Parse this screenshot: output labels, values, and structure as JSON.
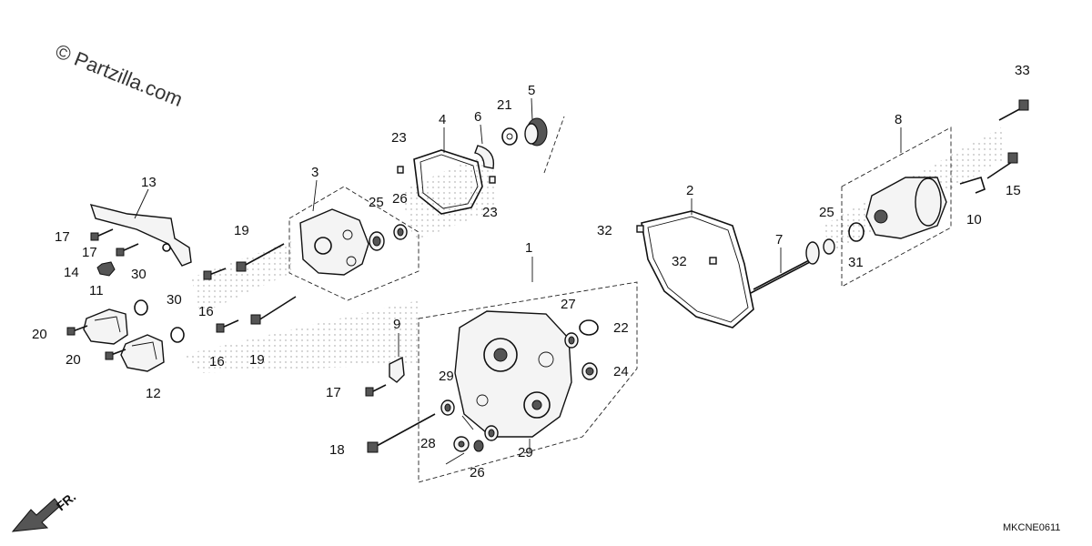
{
  "watermark": "© Partzilla.com",
  "diagram_code": "MKCNE0611",
  "front_indicator": "FR.",
  "callouts": [
    "1",
    "2",
    "3",
    "4",
    "5",
    "6",
    "7",
    "8",
    "9",
    "10",
    "11",
    "12",
    "13",
    "14",
    "15",
    "16",
    "16",
    "17",
    "17",
    "17",
    "18",
    "19",
    "19",
    "20",
    "20",
    "21",
    "22",
    "23",
    "23",
    "24",
    "25",
    "25",
    "26",
    "26",
    "27",
    "28",
    "29",
    "29",
    "30",
    "30",
    "31",
    "32",
    "32",
    "33"
  ]
}
